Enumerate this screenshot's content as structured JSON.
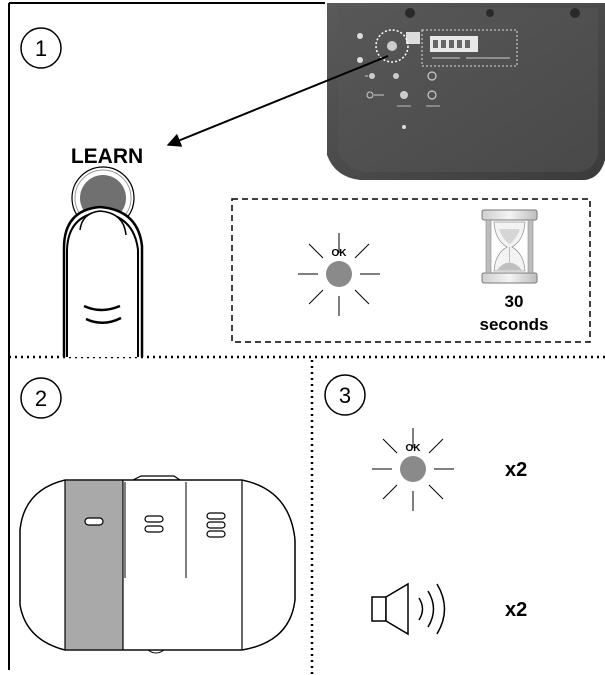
{
  "colors": {
    "line": "#000000",
    "led_grey": "#8a8a8a",
    "button_grey": "#6f6f6f",
    "panel_dark": "#4a4a4a",
    "highlight_grey": "#a9a9a9",
    "hourglass_frame": "#b8b8b8"
  },
  "steps": [
    {
      "number": "1"
    },
    {
      "number": "2"
    },
    {
      "number": "3"
    }
  ],
  "step1": {
    "button_label": "LEARN",
    "led_label": "OK",
    "timer_value": "30",
    "timer_unit": "seconds"
  },
  "step3": {
    "led_label": "OK",
    "led_count": "x2",
    "sound_count": "x2"
  },
  "icons": {
    "pointer": "finger-press-icon",
    "led": "blinking-led-icon",
    "timer": "hourglass-icon",
    "sound": "speaker-icon",
    "device": "control-unit-icon",
    "sensor": "remote-sensor-icon"
  }
}
